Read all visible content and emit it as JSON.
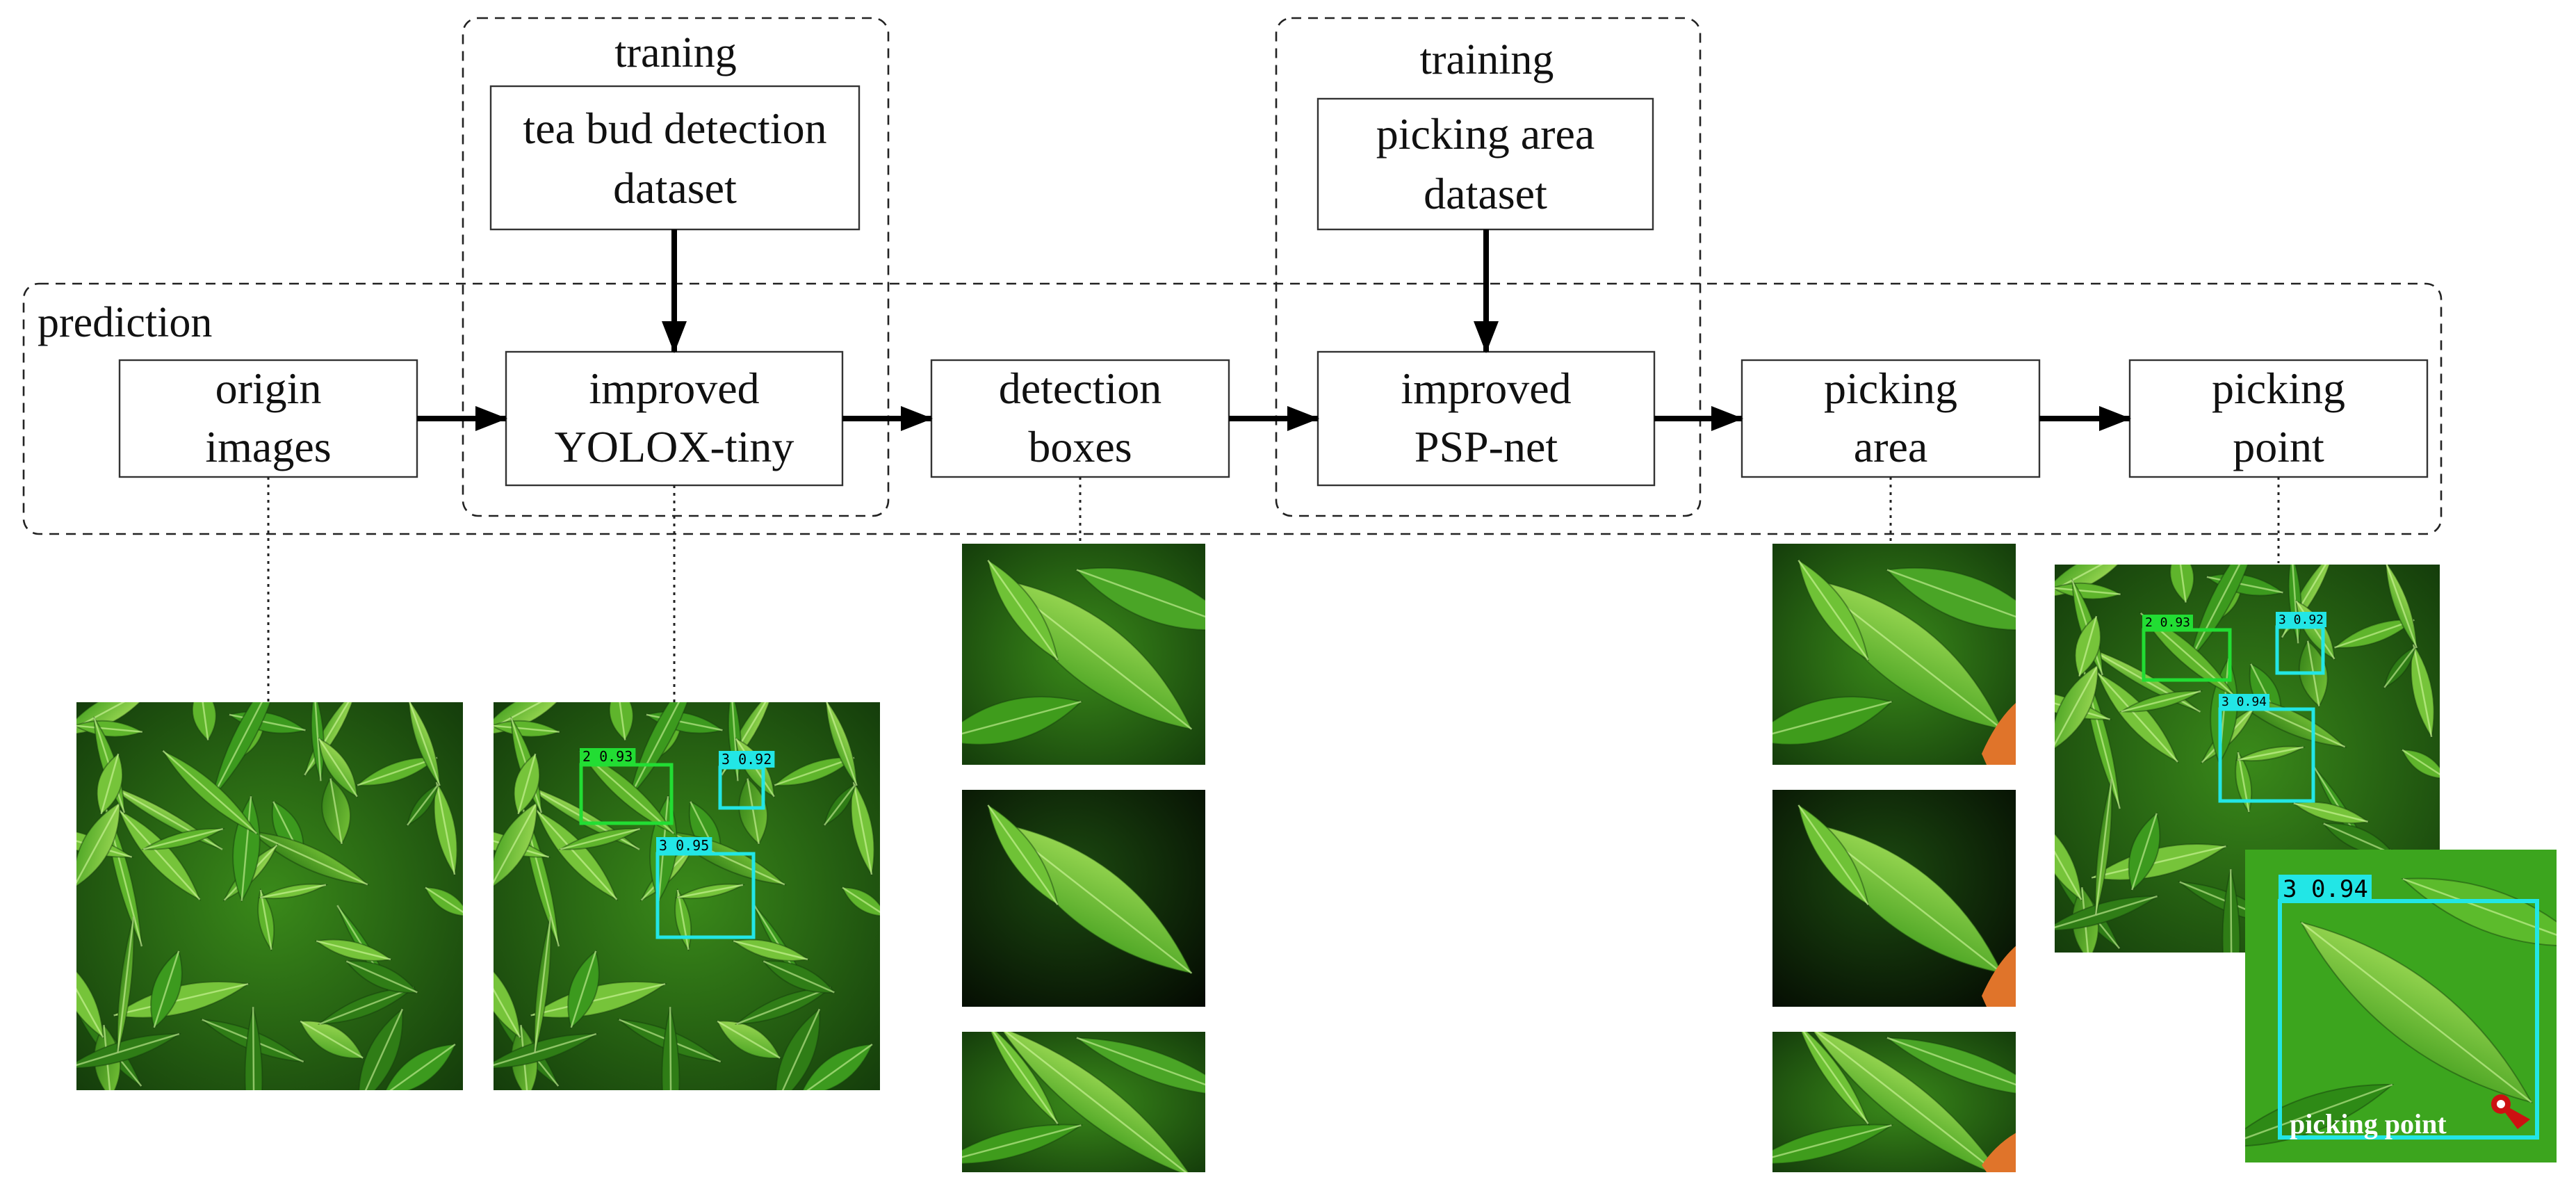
{
  "groups": {
    "prediction": "prediction",
    "training_left": "traning",
    "training_right": "training"
  },
  "datasets": {
    "tea_bud": [
      "tea bud detection",
      "dataset"
    ],
    "picking_area": [
      "picking area",
      "dataset"
    ]
  },
  "steps": {
    "origin": [
      "origin",
      "images"
    ],
    "yolox": [
      "improved",
      "YOLOX-tiny"
    ],
    "detection": [
      "detection",
      "boxes"
    ],
    "pspnet": [
      "improved",
      "PSP-net"
    ],
    "area": [
      "picking",
      "area"
    ],
    "point": [
      "picking",
      "point"
    ]
  },
  "detections": {
    "left": [
      "2 0.93",
      "3 0.92",
      "3 0.95"
    ],
    "right": [
      "2 0.93",
      "3 0.92",
      "3 0.94"
    ],
    "zoom": "3 0.94"
  },
  "zoom_caption": "picking point",
  "colors": {
    "leaf_dark": "#1f5a12",
    "leaf_mid": "#3c9a1e",
    "leaf_light": "#8fd44a",
    "box_green": "#22dd33",
    "box_cyan": "#22e6e6",
    "mask_orange": "#e0742a",
    "point_red": "#cc1111"
  }
}
